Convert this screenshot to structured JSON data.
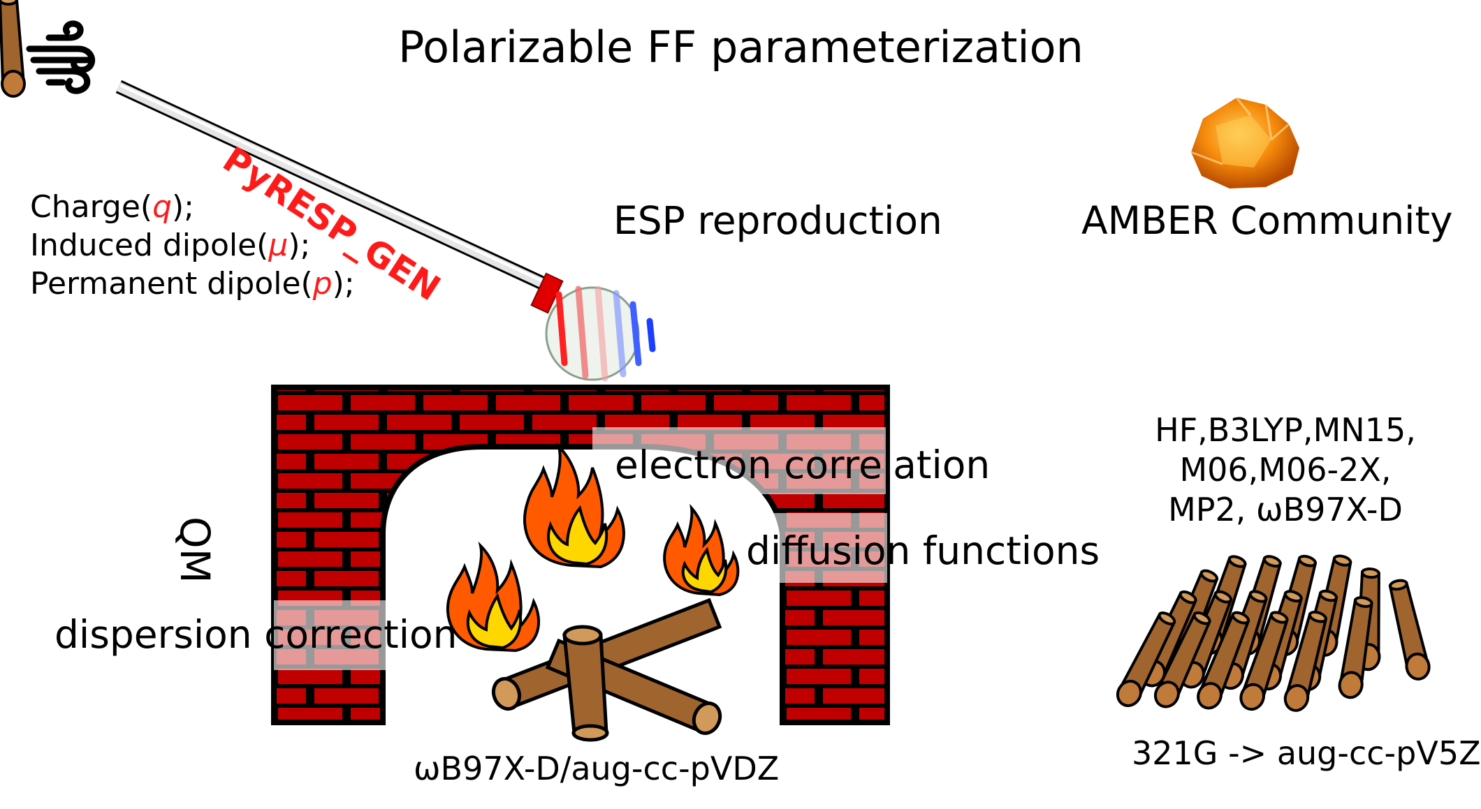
{
  "title": "Polarizable FF parameterization",
  "tool_label": "PyRESP_GEN",
  "esp_label": "ESP reproduction",
  "community_label": "AMBER Community",
  "properties": [
    {
      "prefix": "Charge(",
      "symbol": "q",
      "suffix": ");"
    },
    {
      "prefix": "Induced dipole(",
      "symbol": "μ",
      "suffix": ");"
    },
    {
      "prefix": "Permanent dipole(",
      "symbol": "p",
      "suffix": ");"
    }
  ],
  "qm_label": "QM",
  "overlay_labels": {
    "electron": "electron correlation",
    "diffusion": "diffusion functions",
    "dispersion": "dispersion correction"
  },
  "method_label": "ωB97X-D/aug-cc-pVDZ",
  "functionals": [
    "HF,B3LYP,MN15,",
    "M06,M06-2X,",
    "MP2, ωB97X-D"
  ],
  "basis_range": "321G -> aug-cc-pV5Z",
  "colors": {
    "brick": "#c00000",
    "mortar": "#000000",
    "flame_outer": "#ff3300",
    "flame_inner": "#ffd700",
    "wood": "#a0652e",
    "amber": "#f58a0b",
    "accent_red": "#ff1a1a",
    "accent_blue": "#1a3fff"
  },
  "icons": [
    "wind-icon",
    "lollipop-icon",
    "amber-gem-icon",
    "fireplace-icon",
    "fire-icon",
    "log-pile-icon"
  ]
}
